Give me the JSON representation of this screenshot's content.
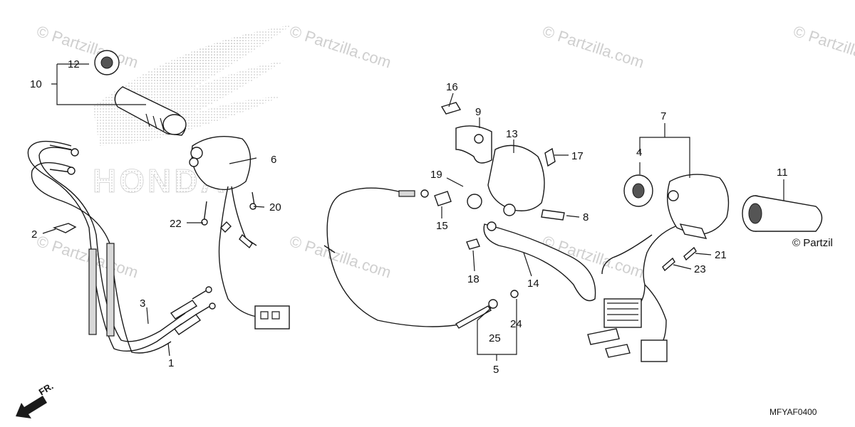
{
  "watermark": "© Partzilla.com",
  "watermark_edge": "© Partzil",
  "brand_wordmark": "HONDA",
  "drawing_code": "MFYAF0400",
  "front_arrow": "FR.",
  "callouts": [
    "1",
    "2",
    "3",
    "4",
    "5",
    "6",
    "7",
    "8",
    "9",
    "10",
    "11",
    "12",
    "13",
    "14",
    "15",
    "16",
    "17",
    "18",
    "19",
    "20",
    "21",
    "22",
    "23",
    "24",
    "25"
  ],
  "colors": {
    "line": "#1a1a1a",
    "watermark": "#cfcfcf"
  }
}
